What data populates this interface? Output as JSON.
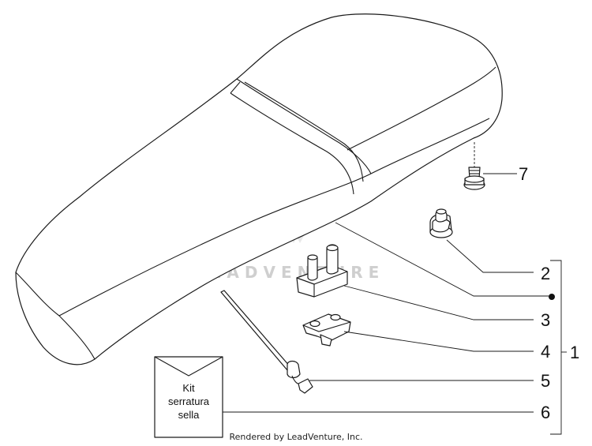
{
  "callouts": {
    "c1": "1",
    "c2": "2",
    "c3": "3",
    "c4": "4",
    "c5": "5",
    "c6": "6",
    "c7": "7"
  },
  "kit_label": {
    "line1": "Kit",
    "line2": "serratura",
    "line3": "sella"
  },
  "watermark": "LEADVENTURE",
  "footer": "Rendered by LeadVenture, Inc.",
  "colors": {
    "ink": "#1a1a1a",
    "watermark": "#cfcfcf",
    "background": "#ffffff"
  }
}
